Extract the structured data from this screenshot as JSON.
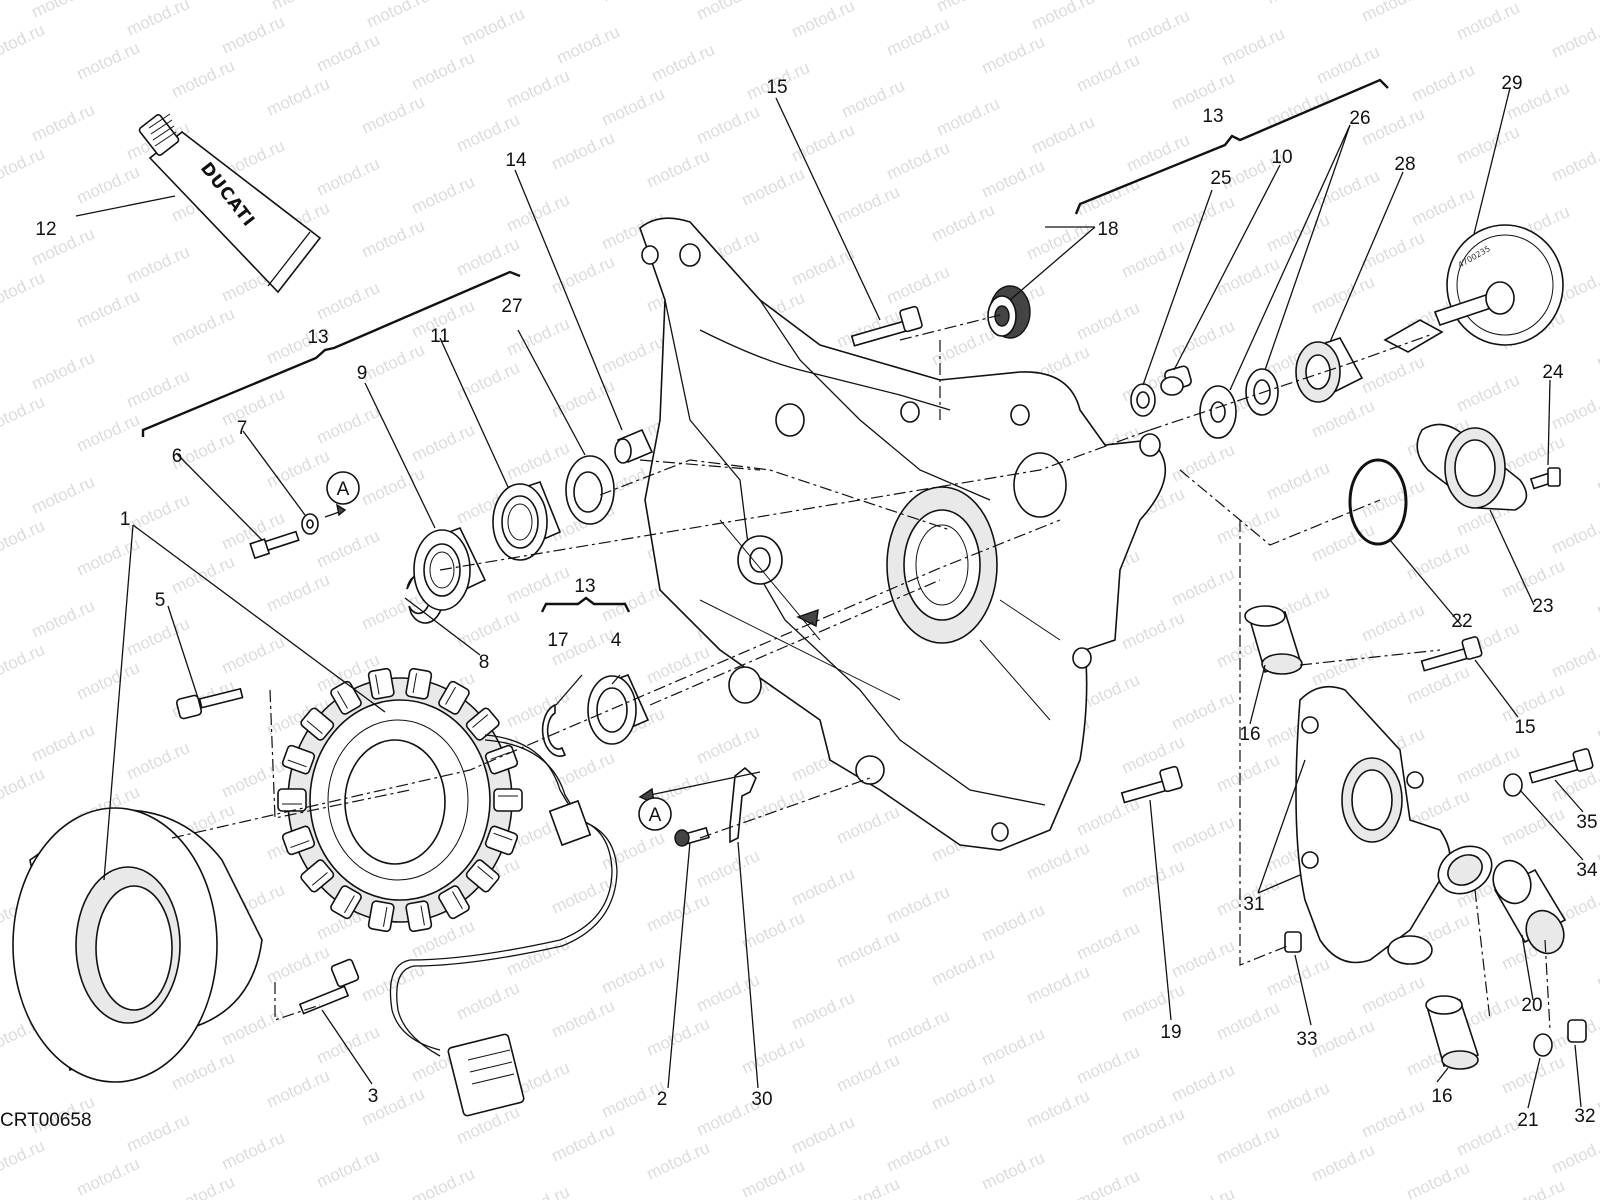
{
  "drawing_code": "CRT00658",
  "watermark_text": "motod.ru",
  "tube_brand": "DUCATI",
  "reference_marks": [
    "A",
    "A"
  ],
  "part_labels": [
    "1",
    "2",
    "3",
    "4",
    "5",
    "6",
    "7",
    "8",
    "9",
    "10",
    "11",
    "12",
    "13",
    "13",
    "13",
    "14",
    "15",
    "15",
    "16",
    "16",
    "17",
    "18",
    "19",
    "20",
    "21",
    "22",
    "23",
    "24",
    "25",
    "26",
    "27",
    "28",
    "29",
    "30",
    "31",
    "32",
    "33",
    "34",
    "35"
  ],
  "pump_stamp": "4700235"
}
